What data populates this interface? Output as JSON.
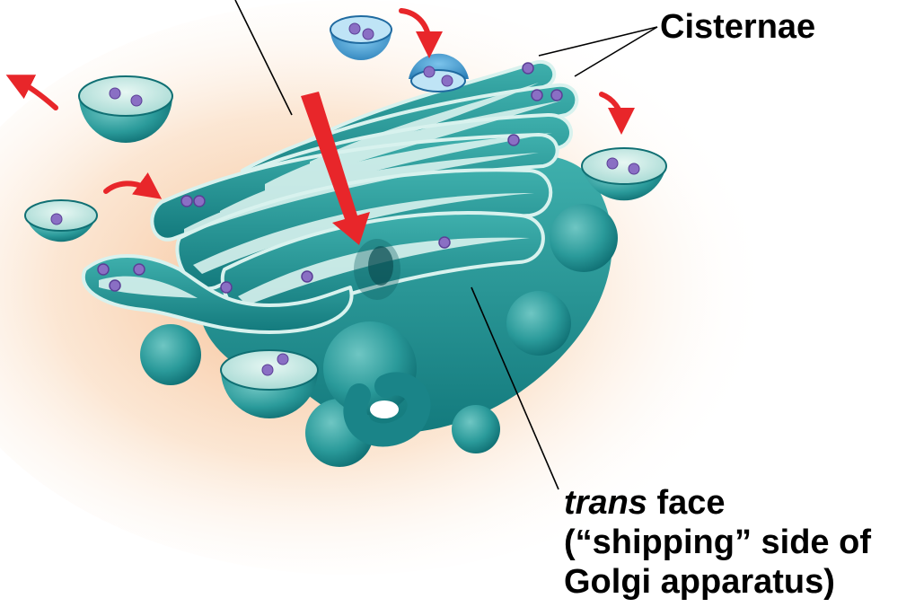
{
  "labels": {
    "cisternae": "Cisternae",
    "trans_face_italic": "trans",
    "trans_face_rest": " face",
    "shipping_line": "(“shipping” side of",
    "golgi_line": "Golgi apparatus)"
  },
  "colors": {
    "membrane_teal": "#2a9a9a",
    "membrane_dark": "#0f6f73",
    "lumen_light": "#d8f2ee",
    "cargo_purple": "#8a6fc4",
    "transport_arrow": "#e8262a",
    "background_glow": "#f7c79a",
    "vesicle_blue": "#3a9bd0"
  }
}
